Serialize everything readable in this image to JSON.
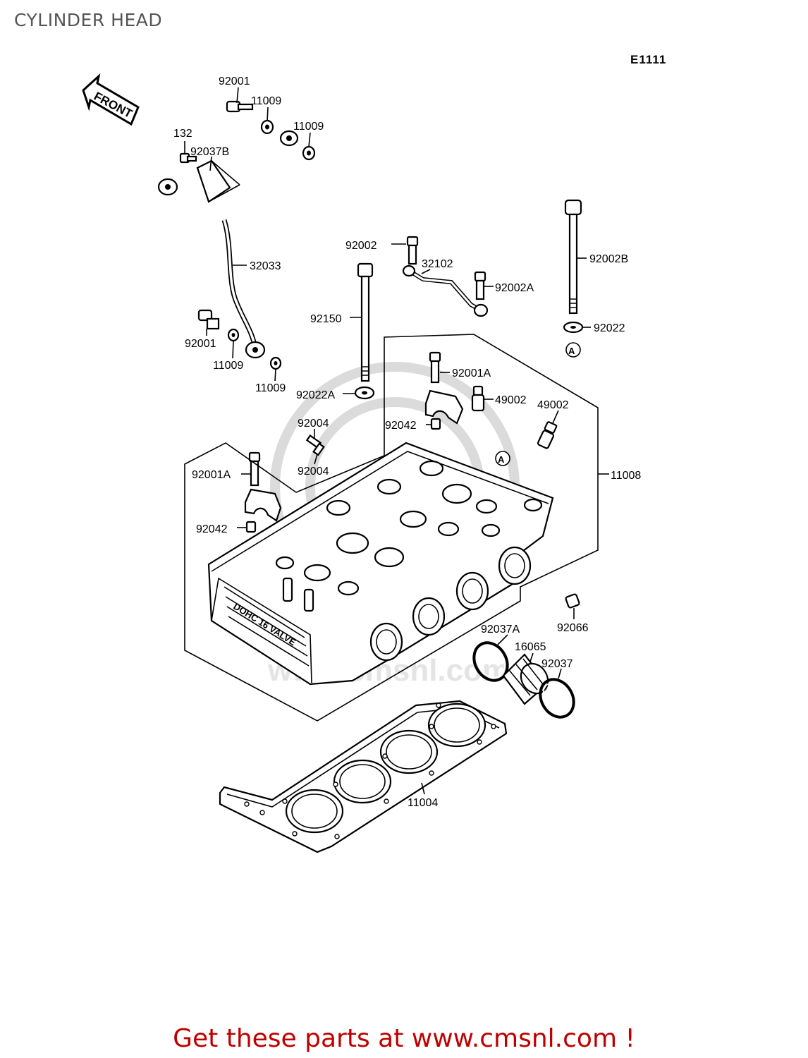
{
  "page": {
    "title": "CYLINDER HEAD",
    "diagram_code": "E1111",
    "front_arrow_label": "FRONT",
    "watermark_text": "www.cmsnl.com",
    "footer_text": "Get these parts at www.cmsnl.com !"
  },
  "callouts": [
    {
      "part": "92001"
    },
    {
      "part": "11009"
    },
    {
      "part": "11009"
    },
    {
      "part": "132"
    },
    {
      "part": "92037B"
    },
    {
      "part": "32033"
    },
    {
      "part": "92001"
    },
    {
      "part": "11009"
    },
    {
      "part": "11009"
    },
    {
      "part": "92002"
    },
    {
      "part": "32102"
    },
    {
      "part": "92002A"
    },
    {
      "part": "92002B"
    },
    {
      "part": "92150"
    },
    {
      "part": "92022"
    },
    {
      "part": "92001A"
    },
    {
      "part": "92022A"
    },
    {
      "part": "49002"
    },
    {
      "part": "49002"
    },
    {
      "part": "92004"
    },
    {
      "part": "92042"
    },
    {
      "part": "92004"
    },
    {
      "part": "92001A"
    },
    {
      "part": "11008"
    },
    {
      "part": "92042"
    },
    {
      "part": "92066"
    },
    {
      "part": "92037A"
    },
    {
      "part": "16065"
    },
    {
      "part": "92037"
    },
    {
      "part": "11004"
    }
  ],
  "reference_marks": [
    "A",
    "A"
  ]
}
